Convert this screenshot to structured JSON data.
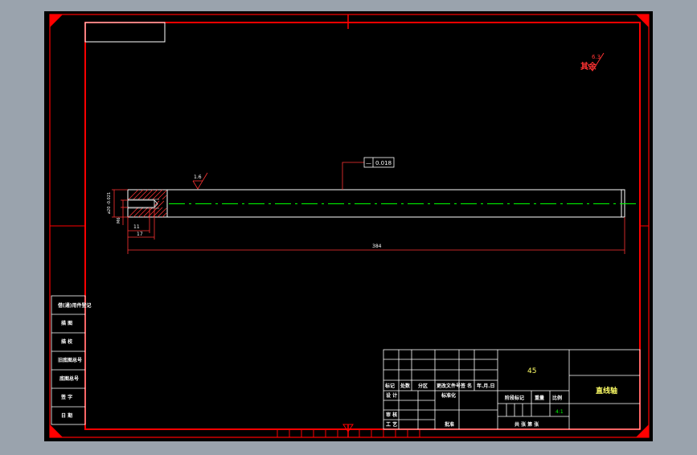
{
  "colors": {
    "background": "#000000",
    "outer_bg": "#9aa3ad",
    "frame": "#ff0000",
    "part": "#ffffff",
    "centerline": "#00ff00",
    "text": "#ffffff",
    "title_text": "#ffff66",
    "hatch": "#ff0000"
  },
  "roughness": {
    "value": "6.3",
    "label": "其余"
  },
  "tolerance": {
    "symbol": "—",
    "value": "0.018"
  },
  "surface_mark": {
    "value": "1.6"
  },
  "dimensions": {
    "overall_length": "384",
    "hole_depth": "11",
    "thread_length": "17",
    "diameter": "⌀20 -0.021",
    "small_dim": "M6"
  },
  "side_table": {
    "rows": [
      "借(通)用件登记",
      "描 图",
      "描 校",
      "旧底图总号",
      "底图总号",
      "签 字",
      "日 期"
    ]
  },
  "title_block": {
    "material": "45",
    "part_name": "直线轴",
    "scale_value": "4:1",
    "header_labels": [
      "标记",
      "处数",
      "分区",
      "更改文件号",
      "签 名",
      "年.月.日"
    ],
    "row_labels": [
      "设 计",
      "审 核",
      "工 艺"
    ],
    "standardize": "标准化",
    "approve": "批准",
    "stage_label": "阶段标记",
    "weight_label": "重量",
    "scale_label": "比例",
    "sheets": "共  张 第  张"
  }
}
